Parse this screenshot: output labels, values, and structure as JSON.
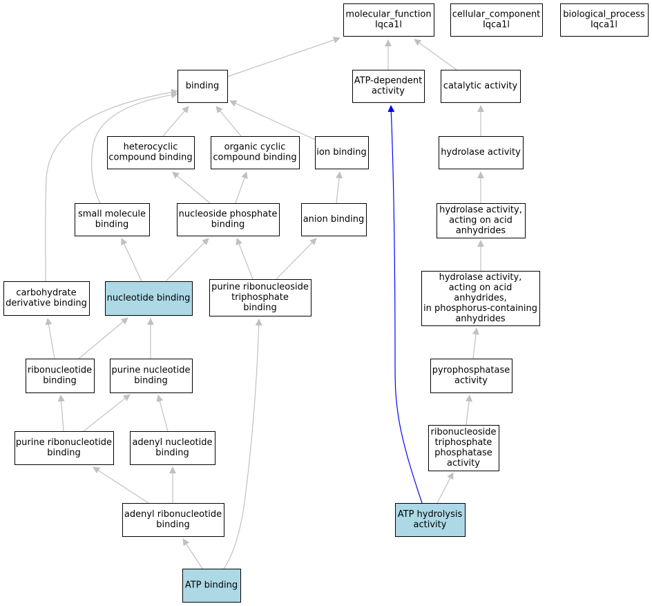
{
  "colors": {
    "node_fill": "#ffffff",
    "highlight_fill": "#add8e6",
    "edge_gray": "#c0c0c0",
    "edge_blue": "#0000ff"
  },
  "nodes": [
    {
      "id": "molecular_function",
      "lines": [
        "molecular_function",
        "Iqca1l"
      ],
      "highlight": false
    },
    {
      "id": "cellular_component",
      "lines": [
        "cellular_component",
        "Iqca1l"
      ],
      "highlight": false
    },
    {
      "id": "biological_process",
      "lines": [
        "biological_process",
        "Iqca1l"
      ],
      "highlight": false
    },
    {
      "id": "binding",
      "lines": [
        "binding"
      ],
      "highlight": false
    },
    {
      "id": "atp_dependent_activity",
      "lines": [
        "ATP-dependent",
        "activity"
      ],
      "highlight": false
    },
    {
      "id": "catalytic_activity",
      "lines": [
        "catalytic activity"
      ],
      "highlight": false
    },
    {
      "id": "heterocyclic_compound_binding",
      "lines": [
        "heterocyclic",
        "compound binding"
      ],
      "highlight": false
    },
    {
      "id": "organic_cyclic_compound_binding",
      "lines": [
        "organic cyclic",
        "compound binding"
      ],
      "highlight": false
    },
    {
      "id": "ion_binding",
      "lines": [
        "ion binding"
      ],
      "highlight": false
    },
    {
      "id": "hydrolase_activity",
      "lines": [
        "hydrolase activity"
      ],
      "highlight": false
    },
    {
      "id": "small_molecule_binding",
      "lines": [
        "small molecule",
        "binding"
      ],
      "highlight": false
    },
    {
      "id": "nucleoside_phosphate_binding",
      "lines": [
        "nucleoside phosphate",
        "binding"
      ],
      "highlight": false
    },
    {
      "id": "anion_binding",
      "lines": [
        "anion binding"
      ],
      "highlight": false
    },
    {
      "id": "hydrolase_acid_anhydrides",
      "lines": [
        "hydrolase activity,",
        "acting on acid",
        "anhydrides"
      ],
      "highlight": false
    },
    {
      "id": "carbohydrate_derivative_binding",
      "lines": [
        "carbohydrate",
        "derivative binding"
      ],
      "highlight": false
    },
    {
      "id": "nucleotide_binding",
      "lines": [
        "nucleotide binding"
      ],
      "highlight": true
    },
    {
      "id": "purine_ribonucleoside_triphosphate_binding",
      "lines": [
        "purine ribonucleoside",
        "triphosphate",
        "binding"
      ],
      "highlight": false
    },
    {
      "id": "hydrolase_phosphorus_anhydrides",
      "lines": [
        "hydrolase activity,",
        "acting on acid",
        "anhydrides,",
        "in phosphorus-containing",
        "anhydrides"
      ],
      "highlight": false
    },
    {
      "id": "ribonucleotide_binding",
      "lines": [
        "ribonucleotide",
        "binding"
      ],
      "highlight": false
    },
    {
      "id": "purine_nucleotide_binding",
      "lines": [
        "purine nucleotide",
        "binding"
      ],
      "highlight": false
    },
    {
      "id": "pyrophosphatase_activity",
      "lines": [
        "pyrophosphatase",
        "activity"
      ],
      "highlight": false
    },
    {
      "id": "purine_ribonucleotide_binding",
      "lines": [
        "purine ribonucleotide",
        "binding"
      ],
      "highlight": false
    },
    {
      "id": "adenyl_nucleotide_binding",
      "lines": [
        "adenyl nucleotide",
        "binding"
      ],
      "highlight": false
    },
    {
      "id": "ribonucleoside_triphosphate_phosphatase_activity",
      "lines": [
        "ribonucleoside",
        "triphosphate",
        "phosphatase",
        "activity"
      ],
      "highlight": false
    },
    {
      "id": "adenyl_ribonucleotide_binding",
      "lines": [
        "adenyl ribonucleotide",
        "binding"
      ],
      "highlight": false
    },
    {
      "id": "atp_hydrolysis_activity",
      "lines": [
        "ATP hydrolysis",
        "activity"
      ],
      "highlight": true
    },
    {
      "id": "atp_binding",
      "lines": [
        "ATP binding"
      ],
      "highlight": true
    }
  ],
  "edges": [
    {
      "from": "binding",
      "to": "molecular_function",
      "color": "gray"
    },
    {
      "from": "atp_dependent_activity",
      "to": "molecular_function",
      "color": "gray"
    },
    {
      "from": "catalytic_activity",
      "to": "molecular_function",
      "color": "gray"
    },
    {
      "from": "heterocyclic_compound_binding",
      "to": "binding",
      "color": "gray"
    },
    {
      "from": "organic_cyclic_compound_binding",
      "to": "binding",
      "color": "gray"
    },
    {
      "from": "ion_binding",
      "to": "binding",
      "color": "gray"
    },
    {
      "from": "small_molecule_binding",
      "to": "binding",
      "color": "gray"
    },
    {
      "from": "carbohydrate_derivative_binding",
      "to": "binding",
      "color": "gray"
    },
    {
      "from": "hydrolase_activity",
      "to": "catalytic_activity",
      "color": "gray"
    },
    {
      "from": "nucleoside_phosphate_binding",
      "to": "heterocyclic_compound_binding",
      "color": "gray"
    },
    {
      "from": "nucleoside_phosphate_binding",
      "to": "organic_cyclic_compound_binding",
      "color": "gray"
    },
    {
      "from": "anion_binding",
      "to": "ion_binding",
      "color": "gray"
    },
    {
      "from": "hydrolase_acid_anhydrides",
      "to": "hydrolase_activity",
      "color": "gray"
    },
    {
      "from": "nucleotide_binding",
      "to": "small_molecule_binding",
      "color": "gray"
    },
    {
      "from": "nucleotide_binding",
      "to": "nucleoside_phosphate_binding",
      "color": "gray"
    },
    {
      "from": "purine_ribonucleoside_triphosphate_binding",
      "to": "nucleoside_phosphate_binding",
      "color": "gray"
    },
    {
      "from": "purine_ribonucleoside_triphosphate_binding",
      "to": "anion_binding",
      "color": "gray"
    },
    {
      "from": "hydrolase_phosphorus_anhydrides",
      "to": "hydrolase_acid_anhydrides",
      "color": "gray"
    },
    {
      "from": "ribonucleotide_binding",
      "to": "carbohydrate_derivative_binding",
      "color": "gray"
    },
    {
      "from": "ribonucleotide_binding",
      "to": "nucleotide_binding",
      "color": "gray"
    },
    {
      "from": "purine_nucleotide_binding",
      "to": "nucleotide_binding",
      "color": "gray"
    },
    {
      "from": "pyrophosphatase_activity",
      "to": "hydrolase_phosphorus_anhydrides",
      "color": "gray"
    },
    {
      "from": "purine_ribonucleotide_binding",
      "to": "ribonucleotide_binding",
      "color": "gray"
    },
    {
      "from": "purine_ribonucleotide_binding",
      "to": "purine_nucleotide_binding",
      "color": "gray"
    },
    {
      "from": "adenyl_nucleotide_binding",
      "to": "purine_nucleotide_binding",
      "color": "gray"
    },
    {
      "from": "ribonucleoside_triphosphate_phosphatase_activity",
      "to": "pyrophosphatase_activity",
      "color": "gray"
    },
    {
      "from": "adenyl_ribonucleotide_binding",
      "to": "purine_ribonucleotide_binding",
      "color": "gray"
    },
    {
      "from": "adenyl_ribonucleotide_binding",
      "to": "adenyl_nucleotide_binding",
      "color": "gray"
    },
    {
      "from": "atp_hydrolysis_activity",
      "to": "ribonucleoside_triphosphate_phosphatase_activity",
      "color": "gray"
    },
    {
      "from": "atp_hydrolysis_activity",
      "to": "atp_dependent_activity",
      "color": "blue"
    },
    {
      "from": "atp_binding",
      "to": "adenyl_ribonucleotide_binding",
      "color": "gray"
    },
    {
      "from": "atp_binding",
      "to": "purine_ribonucleoside_triphosphate_binding",
      "color": "gray"
    }
  ]
}
